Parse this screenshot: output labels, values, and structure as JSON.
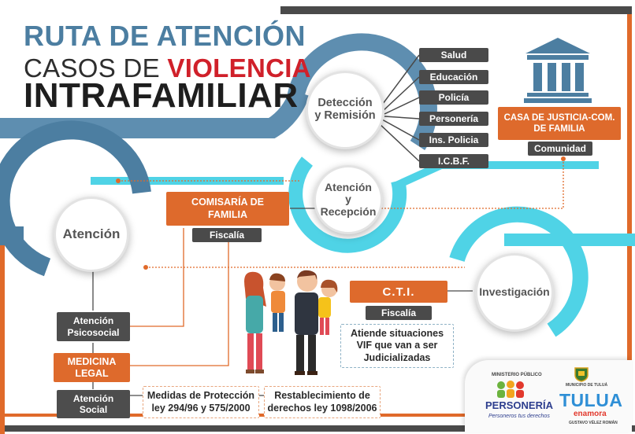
{
  "title": {
    "line1": "RUTA DE ATENCIÓN",
    "line2_prefix": "CASOS DE ",
    "line2_highlight": "VIOLENCIA",
    "line3": "INTRAFAMILIAR"
  },
  "stages": {
    "deteccion": "Detección\ny Remisión",
    "atencion_recepcion": "Atención\ny\nRecepción",
    "atencion": "Atención",
    "investigacion": "Investigación"
  },
  "entities": [
    "Salud",
    "Educación",
    "Policía",
    "Personería",
    "Ins. Policia",
    "I.C.B.F."
  ],
  "casa_justicia": {
    "label": "CASA DE JUSTICIA-COM.\nDE FAMILIA",
    "sub": "Comunidad"
  },
  "comisaria": {
    "label": "COMISARÍA DE\nFAMILIA",
    "sub": "Fiscalía"
  },
  "cti": {
    "label": "C.T.I.",
    "sub": "Fiscalía",
    "note": "Atiende situaciones\nVIF que van a ser\nJudicializadas"
  },
  "atencion_boxes": {
    "psicosocial": "Atención\nPsicosocial",
    "medicina": "MEDICINA\nLEGAL",
    "social": "Atención\nSocial"
  },
  "medidas": {
    "proteccion": "Medidas de Protección\nley 294/96 y 575/2000",
    "restablecimiento": "Restablecimiento de\nderechos ley 1098/2006"
  },
  "logos": {
    "ministerio": "MINISTERIO PÚBLICO",
    "personeria": "PERSONERÍA",
    "slogan": "Personeros tus derechos",
    "municipio": "MUNICIPIO DE TULUÁ",
    "tulua": "TULUA",
    "enamora": "enamora",
    "alcalde": "GUSTAVO VÉLEZ ROMÁN"
  },
  "colors": {
    "blue": "#4c7ea1",
    "cyan": "#4fd3e6",
    "orange": "#de6a2c",
    "dark_gray": "#4a4a4a",
    "red": "#d0202a"
  }
}
